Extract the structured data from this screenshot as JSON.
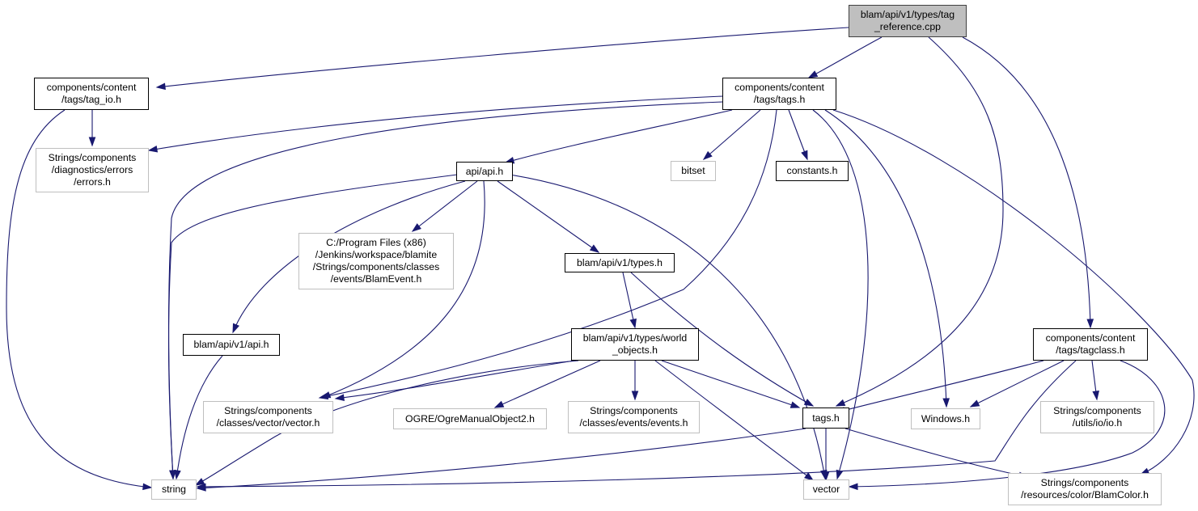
{
  "nodes": {
    "tag_reference_cpp": "blam/api/v1/types/tag\n_reference.cpp",
    "tag_io_h": "components/content\n/tags/tag_io.h",
    "tags_tags_h": "components/content\n/tags/tags.h",
    "errors_h": "Strings/components\n/diagnostics/errors\n/errors.h",
    "api_api_h": "api/api.h",
    "bitset": "bitset",
    "constants_h": "constants.h",
    "blam_event_h": "C:/Program Files (x86)\n/Jenkins/workspace/blamite\n/Strings/components/classes\n/events/BlamEvent.h",
    "types_h": "blam/api/v1/types.h",
    "blam_api_v1_api_h": "blam/api/v1/api.h",
    "world_objects_h": "blam/api/v1/types/world\n_objects.h",
    "tagclass_h": "components/content\n/tags/tagclass.h",
    "vector_vector_h": "Strings/components\n/classes/vector/vector.h",
    "ogre_manual_object2_h": "OGRE/OgreManualObject2.h",
    "events_events_h": "Strings/components\n/classes/events/events.h",
    "tags_h": "tags.h",
    "windows_h": "Windows.h",
    "io_io_h": "Strings/components\n/utils/io/io.h",
    "string": "string",
    "vector": "vector",
    "blam_color_h": "Strings/components\n/resources/color/BlamColor.h"
  },
  "colors": {
    "edge": "#191970",
    "focus_fill": "#bfbfbf",
    "internal_border": "#000000",
    "external_border": "#bfbfbf"
  }
}
